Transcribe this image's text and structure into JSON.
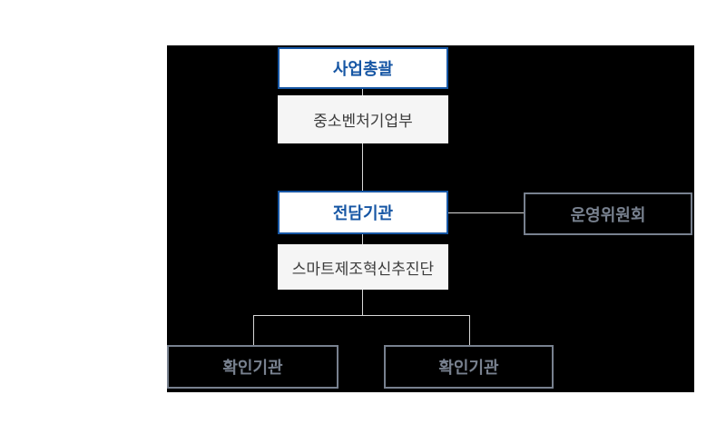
{
  "colors": {
    "page_bg": "#ffffff",
    "panel_bg": "#000000",
    "node_bg": "#ffffff",
    "accent_blue": "#1656a4",
    "muted_bg": "#f5f5f5",
    "muted_text": "#3c3c3c",
    "outline_gray": "#78818f",
    "line_color": "#d8d8d8"
  },
  "org_chart": {
    "nodes": {
      "business_lead": {
        "label": "사업총괄",
        "role": "primary"
      },
      "ministry": {
        "label": "중소벤처기업부",
        "role": "muted"
      },
      "dedicated_agency": {
        "label": "전담기관",
        "role": "primary"
      },
      "promotion_team": {
        "label": "스마트제조혁신추진단",
        "role": "muted"
      },
      "steering_committee": {
        "label": "운영위원회",
        "role": "outline"
      },
      "confirm_agency_left": {
        "label": "확인기관",
        "role": "outline"
      },
      "confirm_agency_right": {
        "label": "확인기관",
        "role": "outline"
      }
    }
  }
}
